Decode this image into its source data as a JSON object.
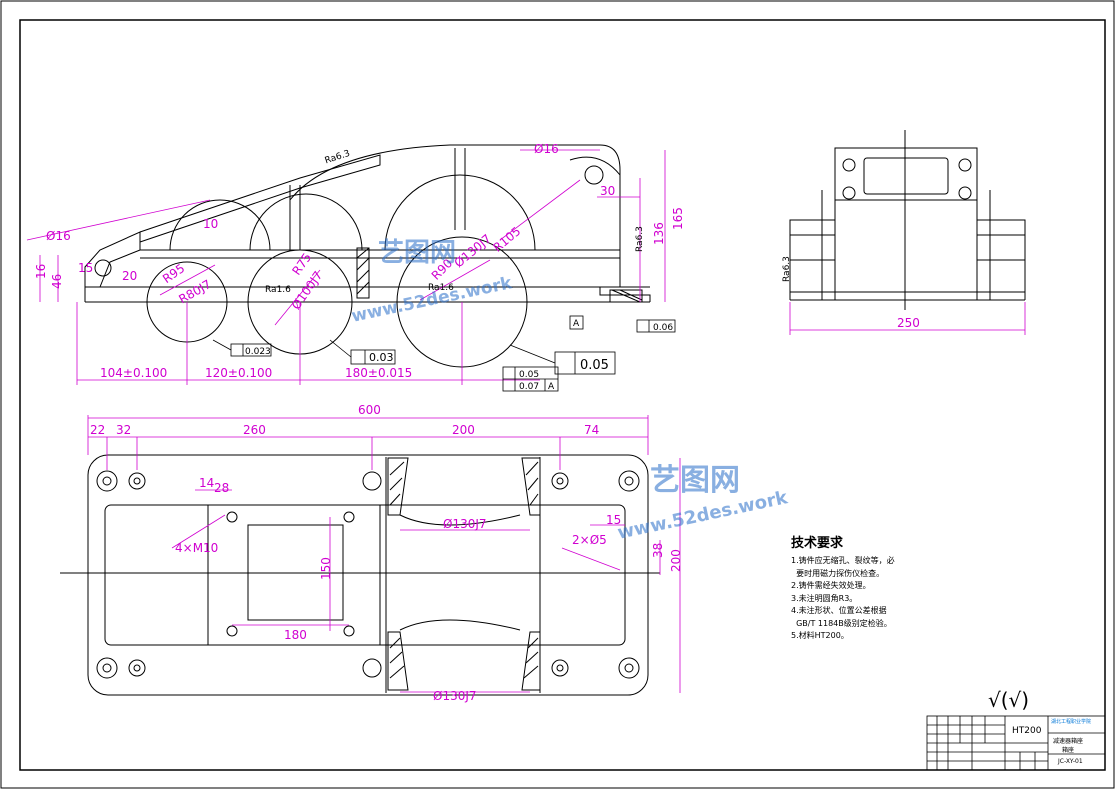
{
  "top_view": {
    "dims": [
      "104±0.100",
      "120±0.100",
      "180±0.015",
      "136",
      "165",
      "30",
      "15",
      "16",
      "46",
      "20",
      "10"
    ],
    "dia_labels": [
      "Ø16",
      "Ø16",
      "R80J7",
      "Ø100J7",
      "Ø130J7",
      "R75",
      "R90",
      "R105",
      "R95"
    ],
    "roughness": [
      "Ra6.3",
      "Ra6.3",
      "Ra1.6",
      "Ra1.6"
    ],
    "tol": [
      "0.023",
      "0.03",
      "0.05",
      "0.05",
      "0.07",
      "0.06"
    ],
    "datum": "A"
  },
  "side_view": {
    "dims": [
      "250"
    ],
    "roughness": "Ra6.3"
  },
  "plan_view": {
    "dims": [
      "600",
      "22",
      "32",
      "260",
      "200",
      "74",
      "14",
      "28",
      "180",
      "150",
      "15",
      "38",
      "200"
    ],
    "labels": [
      "4×M10",
      "Ø130J7",
      "Ø130J7",
      "2×Ø5"
    ]
  },
  "notes": {
    "title": "技术要求",
    "items": [
      "1.铸件应无缩孔、裂纹等，必",
      "  要时用磁力探伤仪检查。",
      "2.铸件需经失效处理。",
      "3.未注明圆角R3。",
      "4.未注形状、位置公差根据",
      "  GB/T 1184B级别定检验。",
      "5.材料HT200。"
    ]
  },
  "title_block": {
    "material": "HT200",
    "part_name": "减速器箱座",
    "part_sub": "箱座",
    "code": "JC-XY-01",
    "company": "湖北工程职业学院"
  },
  "watermark": {
    "brand": "艺图网",
    "url": "www.52des.work"
  },
  "roughness_symbol": "√(√)"
}
